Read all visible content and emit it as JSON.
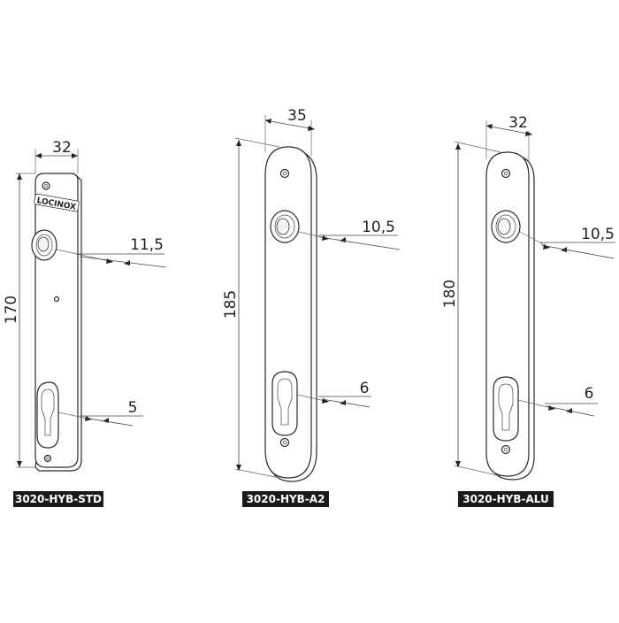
{
  "products": [
    {
      "code": "3020-HYB-STD",
      "brand_mark": "LOCINOX",
      "width": "32",
      "height": "170",
      "top_offset": "11,5",
      "bottom_offset": "5"
    },
    {
      "code": "3020-HYB-A2",
      "width": "35",
      "height": "185",
      "top_offset": "10,5",
      "bottom_offset": "6"
    },
    {
      "code": "3020-HYB-ALU",
      "width": "32",
      "height": "180",
      "top_offset": "10,5",
      "bottom_offset": "6"
    }
  ],
  "colors": {
    "label_background": "#1a1a1a",
    "label_text": "#ffffff",
    "line": "#2a2a2a"
  }
}
